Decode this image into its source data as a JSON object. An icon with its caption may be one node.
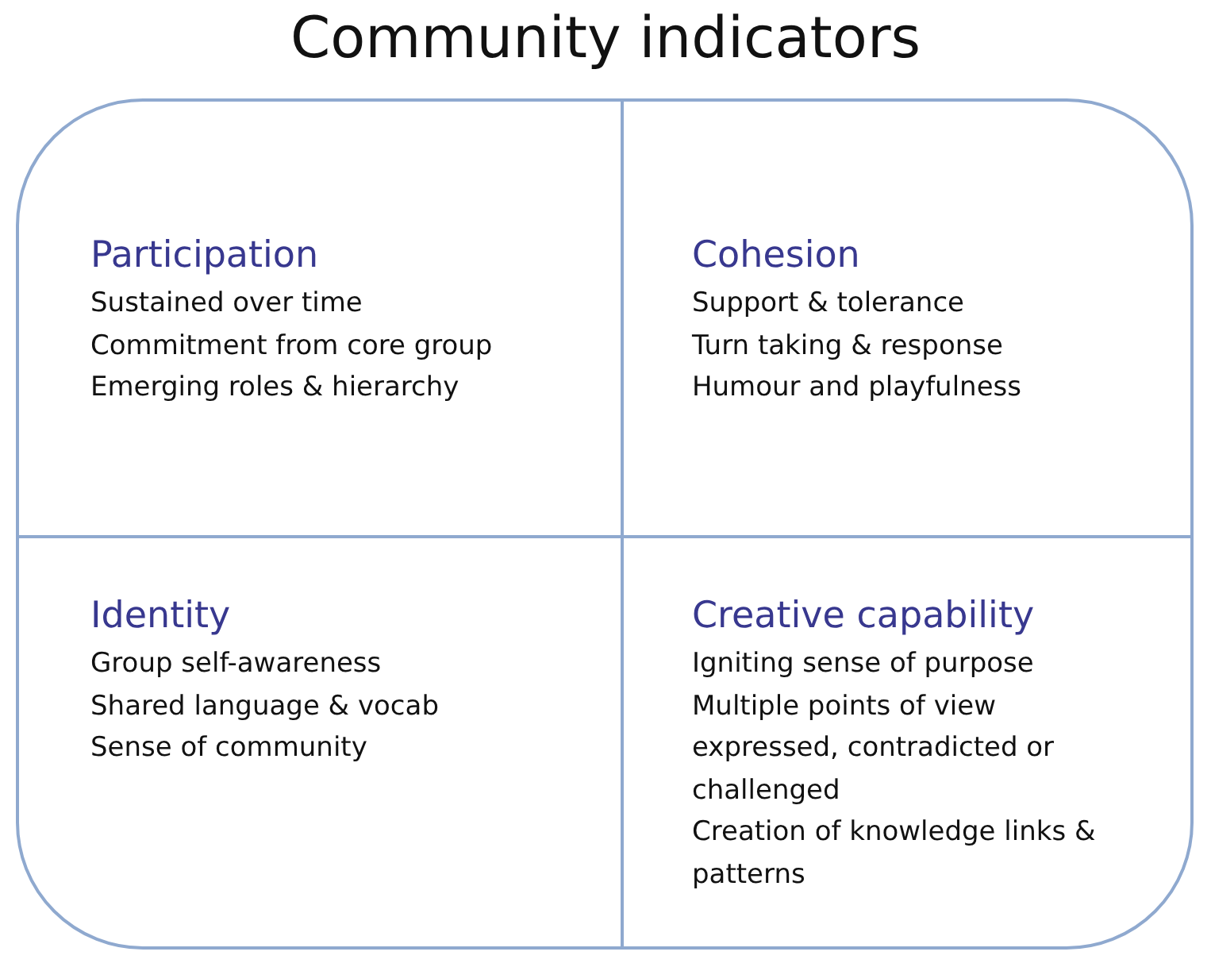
{
  "diagram": {
    "title": "Community indicators",
    "nodes": [
      {
        "text": [],
        "shape": "box"
      },
      {
        "text": [
          "Participation",
          "Sustained over time",
          "Commitment from core group",
          "Emerging roles & hierarchy"
        ],
        "in": 0
      },
      {
        "text": [
          "Cohesion",
          "Support & tolerance",
          "Turn taking & response",
          "Humour and playfulness"
        ],
        "in": 0
      },
      {
        "text": [
          "Identity",
          "Group self-awareness",
          "Shared language & vocab",
          "Sense of community"
        ],
        "in": 0
      },
      {
        "text": [
          "Creative capability",
          "Igniting sense of purpose",
          "Multiple points of view expressed, contradicted or challenged",
          "Creation of knowledge links & patterns"
        ],
        "in": 0
      }
    ]
  }
}
